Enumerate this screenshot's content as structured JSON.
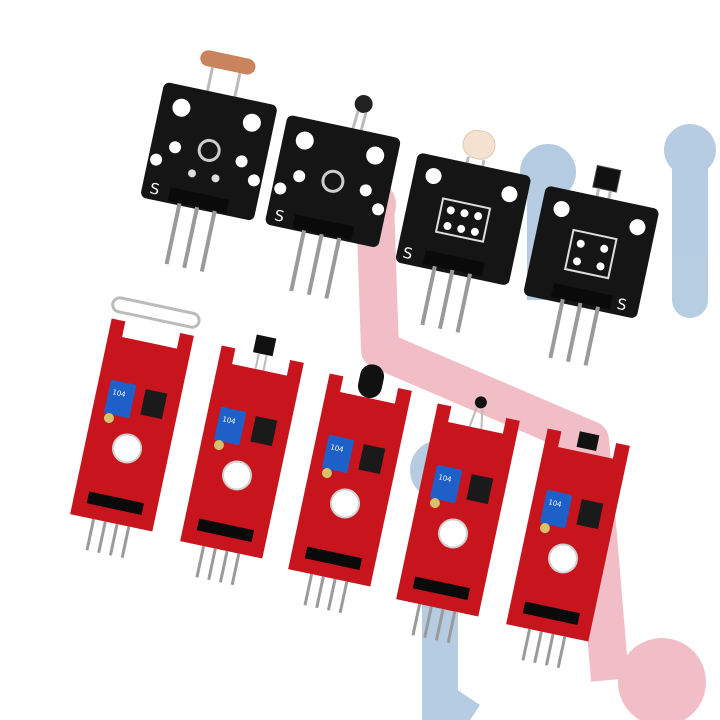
{
  "image": {
    "subject": "sensor-module-kit",
    "background_color": "#ffffff",
    "watermark_colors": {
      "blue": "#a9c4dd",
      "pink": "#efb3bd"
    },
    "black_modules": [
      {
        "id": "photoresistor",
        "label": "S",
        "component_color": "#c9845e"
      },
      {
        "id": "thermistor",
        "label": "S",
        "component_color": "#222222"
      },
      {
        "id": "two-color-led",
        "label": "S",
        "component_color": "#f3e2cf"
      },
      {
        "id": "hall-transistor",
        "label": "S",
        "component_color": "#111111"
      }
    ],
    "red_modules": [
      {
        "id": "reed-switch",
        "pot_marking": "104",
        "board_color": "#c8141c",
        "pot_color": "#1f5fc8"
      },
      {
        "id": "hall-sensor",
        "pot_marking": "104",
        "board_color": "#c8141c",
        "pot_color": "#1f5fc8"
      },
      {
        "id": "flame-sensor",
        "pot_marking": "104",
        "board_color": "#c8141c",
        "pot_color": "#1f5fc8"
      },
      {
        "id": "temperature-sensor",
        "pot_marking": "104",
        "board_color": "#c8141c",
        "pot_color": "#1f5fc8"
      },
      {
        "id": "linear-hall-sensor",
        "pot_marking": "104",
        "board_color": "#c8141c",
        "pot_color": "#1f5fc8"
      }
    ]
  }
}
